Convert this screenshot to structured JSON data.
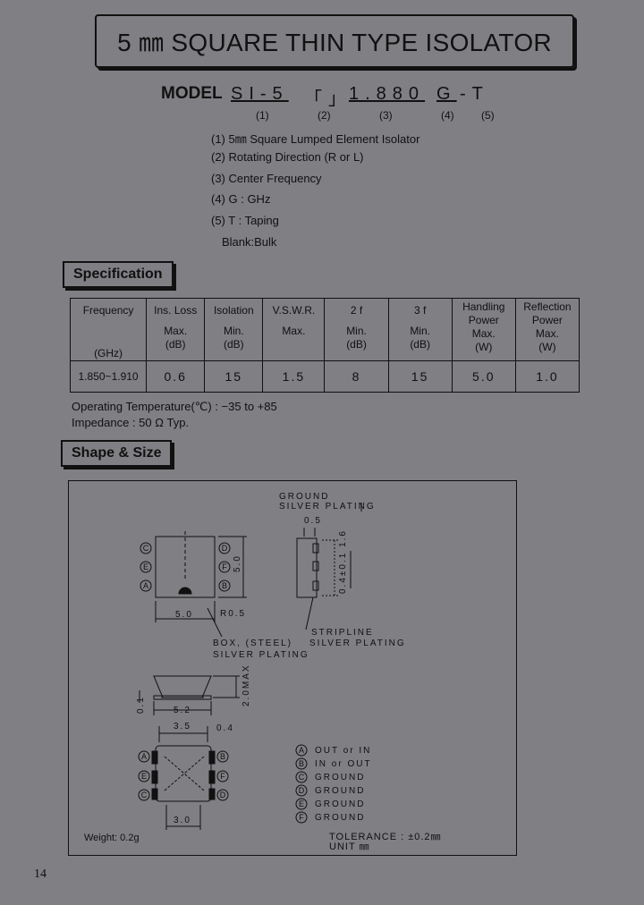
{
  "title": "5 ㎜ SQUARE THIN TYPE ISOLATOR",
  "model": {
    "label": "MODEL",
    "code_parts": [
      "SI-5",
      "「」",
      "1.880",
      "G",
      "-T"
    ],
    "indices": [
      "(1)",
      "(2)",
      "(3)",
      "(4)",
      "(5)"
    ],
    "legend": [
      "(1) 5㎜ Square Lumped Element Isolator",
      "(2) Rotating Direction (R or L)",
      "(3) Center Frequency",
      "(4) G : GHz",
      "(5) T : Taping",
      "Blank:Bulk"
    ]
  },
  "specification": {
    "heading": "Specification",
    "columns": [
      [
        "Frequency",
        "",
        "(GHz)"
      ],
      [
        "Ins. Loss",
        "Max.",
        "(dB)"
      ],
      [
        "Isolation",
        "Min.",
        "(dB)"
      ],
      [
        "V.S.W.R.",
        "Max.",
        ""
      ],
      [
        "2 f",
        "Min.",
        "(dB)"
      ],
      [
        "3 f",
        "Min.",
        "(dB)"
      ],
      [
        "Handling",
        "Power",
        "Max.",
        "(W)"
      ],
      [
        "Reflection",
        "Power",
        "Max.",
        "(W)"
      ]
    ],
    "values": [
      "1.850~1.910",
      "0.6",
      "15",
      "1.5",
      "8",
      "15",
      "5.0",
      "1.0"
    ],
    "operating_temperature": "Operating Temperature(℃) : −35 to +85",
    "impedance": "Impedance : 50 Ω Typ."
  },
  "shape": {
    "heading": "Shape & Size",
    "labels": {
      "ground_silver": [
        "GROUND",
        "SILVER PLATING"
      ],
      "dim_05": "0.5",
      "dim_50_h": "5.0",
      "dim_50_v": "5.0",
      "r05": "R0.5",
      "stripline": [
        "STRIPLINE",
        "SILVER PLATING"
      ],
      "box": [
        "BOX, (STEEL)",
        "SILVER PLATING"
      ],
      "side_dims": "0.4±0.1 1.6",
      "dim_20max": "2.0MAX",
      "dim_01": "0.1",
      "dim_52": "5.2",
      "dim_35": "3.5",
      "dim_04": "0.4",
      "dim_30": "3.0"
    },
    "pins_top": [
      "C",
      "E",
      "A",
      "D",
      "F",
      "B"
    ],
    "pins_bottom": [
      "A",
      "E",
      "C",
      "B",
      "F",
      "D"
    ],
    "pin_legend": [
      {
        "pin": "A",
        "desc": "OUT or IN"
      },
      {
        "pin": "B",
        "desc": "IN or OUT"
      },
      {
        "pin": "C",
        "desc": "GROUND"
      },
      {
        "pin": "D",
        "desc": "GROUND"
      },
      {
        "pin": "E",
        "desc": "GROUND"
      },
      {
        "pin": "F",
        "desc": "GROUND"
      }
    ],
    "weight": "Weight: 0.2g",
    "tolerance": "TOLERANCE : ±0.2㎜",
    "unit": "UNIT ㎜"
  },
  "page_number": "14"
}
